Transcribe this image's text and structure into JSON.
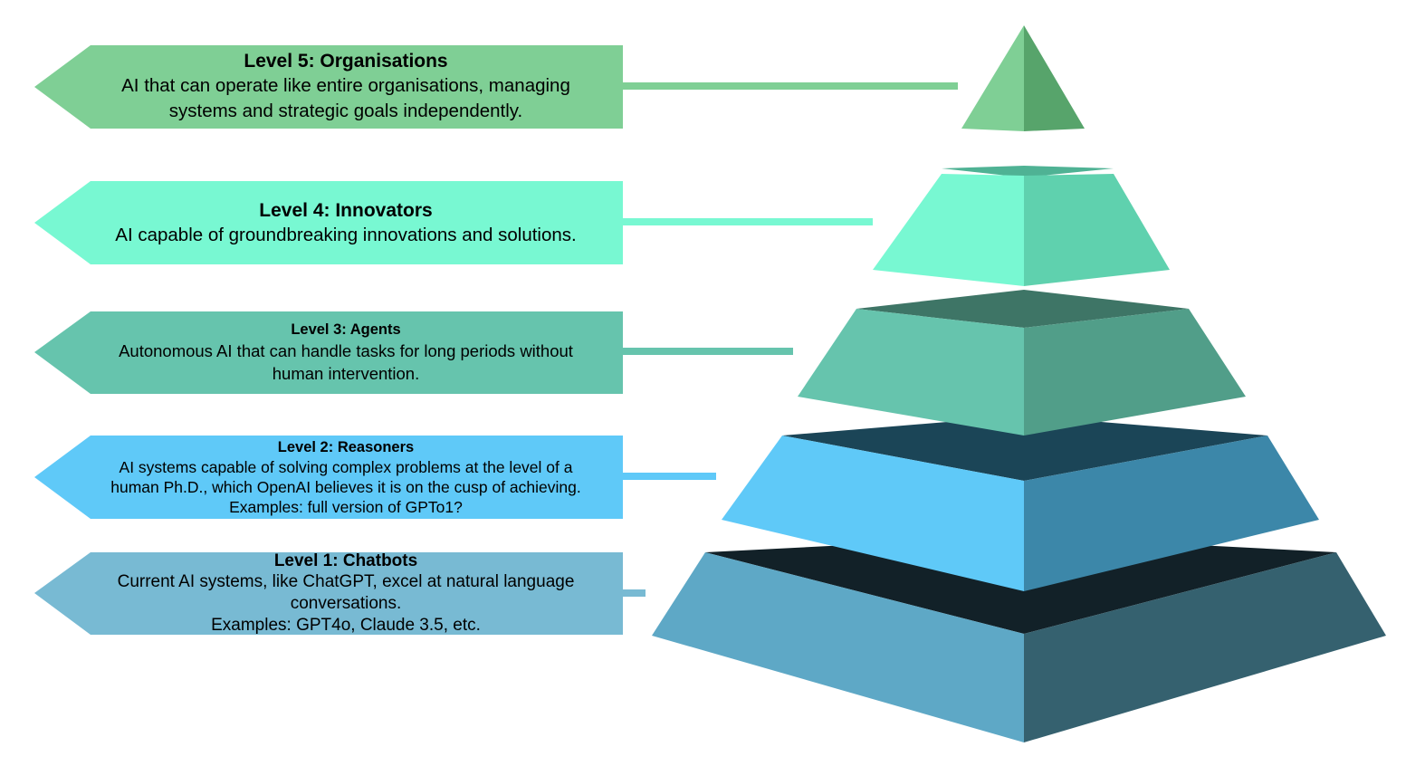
{
  "diagram": {
    "type": "pyramid",
    "levels": [
      {
        "level": 5,
        "title": "Level 5: Organisations",
        "lines": [
          "AI that can operate like entire organisations, managing",
          "systems and strategic goals independently."
        ],
        "colors": {
          "banner": "#7fcf95",
          "left_face": "#7fcf95",
          "right_face": "#57a46b",
          "top_face": "#57a46b"
        }
      },
      {
        "level": 4,
        "title": "Level 4: Innovators",
        "lines": [
          "AI capable of groundbreaking innovations and solutions."
        ],
        "colors": {
          "banner": "#78f8d2",
          "left_face": "#78f8d2",
          "right_face": "#5fd1ae",
          "top_face": "#4fb294"
        }
      },
      {
        "level": 3,
        "title": "Level 3: Agents",
        "lines": [
          "Autonomous AI that can handle tasks for long periods without",
          "human intervention."
        ],
        "colors": {
          "banner": "#66c4ad",
          "left_face": "#66c4ad",
          "right_face": "#519e89",
          "top_face": "#3e7566"
        }
      },
      {
        "level": 2,
        "title": "Level 2: Reasoners",
        "lines": [
          "AI systems capable of solving complex problems at the level of a",
          "human Ph.D., which OpenAI believes it is on the cusp of achieving.",
          "Examples: full version of GPTo1?"
        ],
        "colors": {
          "banner": "#5fc9f8",
          "left_face": "#5fc9f8",
          "right_face": "#3c87a9",
          "top_face": "#1b4557"
        }
      },
      {
        "level": 1,
        "title": "Level 1: Chatbots",
        "lines": [
          "Current AI systems, like ChatGPT, excel at natural language",
          "conversations.",
          "Examples: GPT4o, Claude 3.5, etc."
        ],
        "colors": {
          "banner": "#78bad3",
          "left_face": "#5ea8c6",
          "right_face": "#35616f",
          "top_face": "#122128"
        }
      }
    ]
  }
}
